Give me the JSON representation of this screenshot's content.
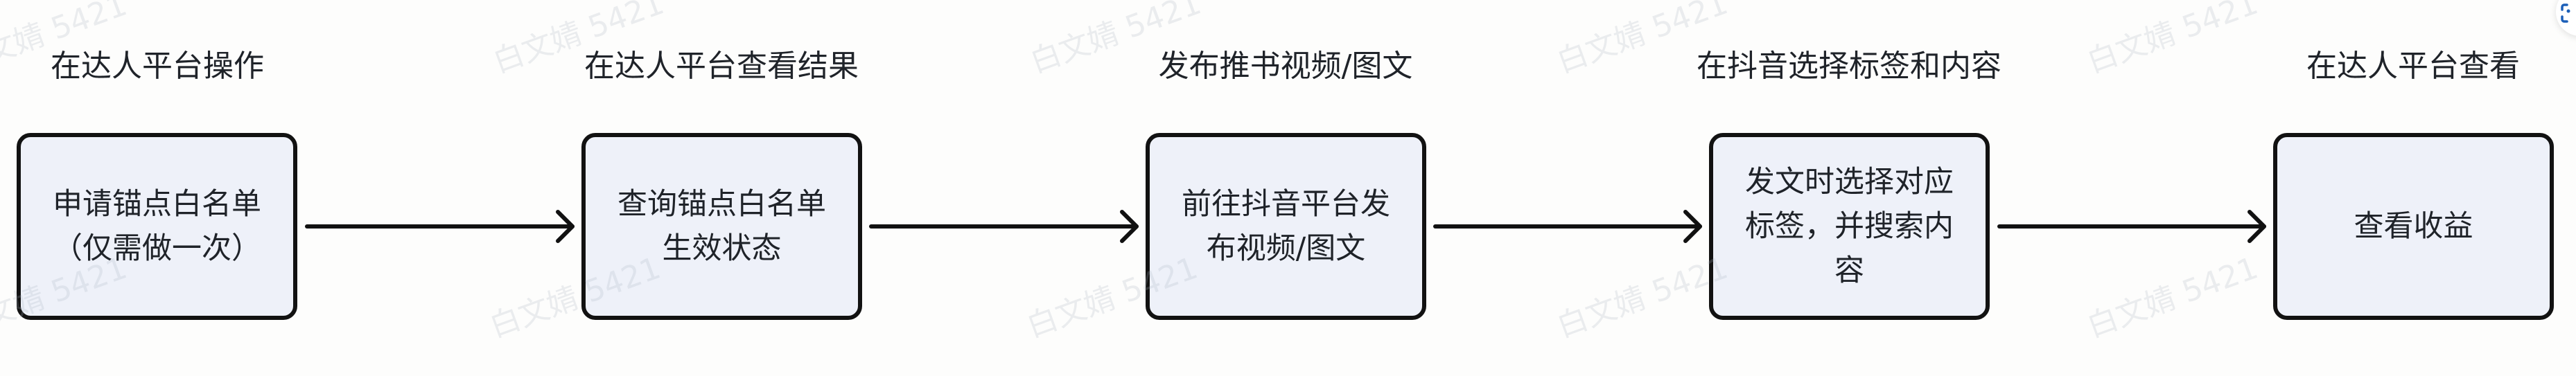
{
  "diagram": {
    "type": "flowchart",
    "direction": "left-to-right",
    "colors": {
      "box_fill": "#eef1f9",
      "box_border": "#121212",
      "arrow": "#111111",
      "text": "#1f2329",
      "fab_icon": "#1b5fb8"
    },
    "steps": [
      {
        "stage": "在达人平台操作",
        "lines": [
          "申请锚点白名单",
          "（仅需做一次）"
        ]
      },
      {
        "stage": "在达人平台查看结果",
        "lines": [
          "查询锚点白名单",
          "生效状态"
        ]
      },
      {
        "stage": "发布推书视频/图文",
        "lines": [
          "前往抖音平台发",
          "布视频/图文"
        ]
      },
      {
        "stage": "在抖音选择标签和内容",
        "lines": [
          "发文时选择对应",
          "标签，并搜索内",
          "容"
        ]
      },
      {
        "stage": "在达人平台查看",
        "lines": [
          "查看收益"
        ]
      }
    ],
    "edges": [
      {
        "from": 0,
        "to": 1
      },
      {
        "from": 1,
        "to": 2
      },
      {
        "from": 2,
        "to": 3
      },
      {
        "from": 3,
        "to": 4
      }
    ]
  },
  "watermark": {
    "text": "白文婧 5421"
  },
  "floating_button": {
    "icon": "scan-icon"
  }
}
